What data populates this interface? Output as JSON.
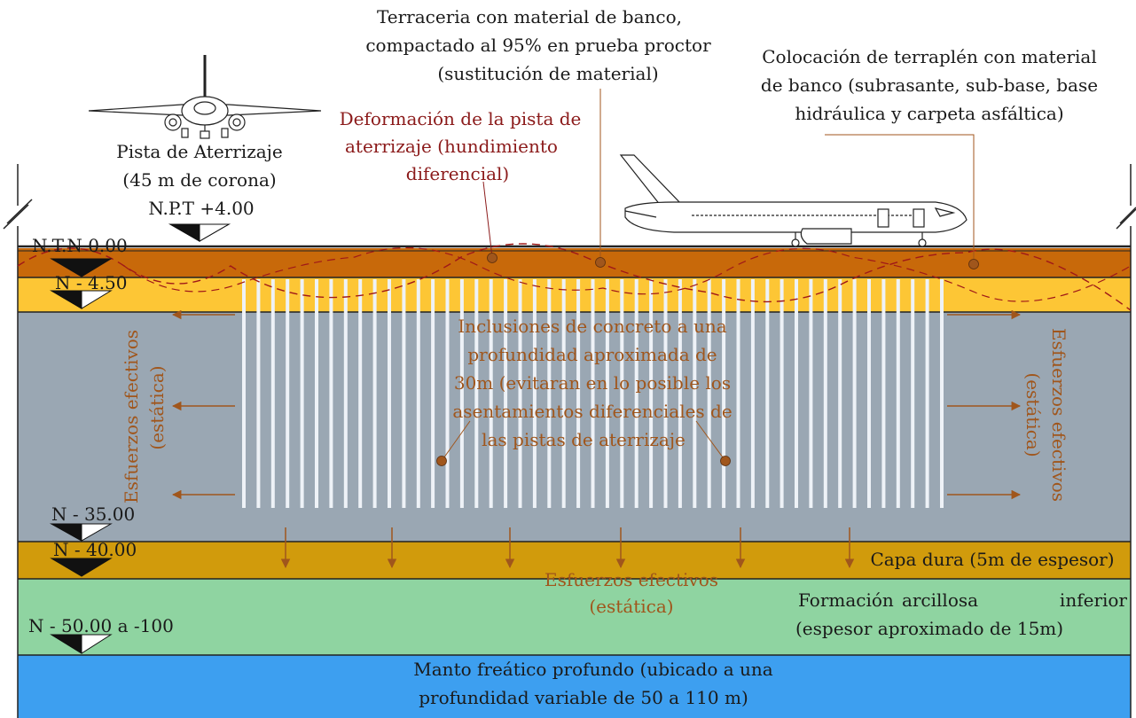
{
  "annotations": {
    "terraceria": [
      "Terraceria con material de banco,",
      "compactado al 95% en prueba proctor",
      "(sustitución de material)"
    ],
    "terraplen": [
      "Colocación de terraplén con material",
      "de banco (subrasante, sub-base, base",
      "hidráulica y carpeta asfáltica)"
    ],
    "deformacion": [
      "Deformación de la pista de",
      "aterrizaje (hundimiento",
      "diferencial)"
    ],
    "pista": [
      "Pista de Aterrizaje",
      "(45 m de corona)",
      "N.P.T +4.00"
    ],
    "inclusiones": [
      "Inclusiones de concreto a una",
      "profundidad aproximada de",
      "30m (evitaran en lo posible los",
      "asentamientos diferenciales de",
      "las pistas de aterrizaje"
    ],
    "esfuerzos_left": [
      "Esfuerzos efectivos",
      "(estática)"
    ],
    "esfuerzos_right": [
      "Esfuerzos efectivos",
      "(estática)"
    ],
    "esfuerzos_bottom": [
      "Esfuerzos efectivos",
      "(estática)"
    ],
    "capa_dura": "Capa dura (5m de espesor)",
    "formacion": [
      "Formación",
      "arcillosa",
      "inferior",
      "(espesor aproximado de 15m)"
    ],
    "manto": [
      "Manto freático profundo (ubicado a una",
      "profundidad variable de 50 a 110 m)"
    ]
  },
  "levels": {
    "ntn": "N.T.N 0.00",
    "n450": "N - 4.50",
    "n3500": "N - 35.00",
    "n4000": "N - 40.00",
    "n5000": "N - 50.00 a -100"
  },
  "colors": {
    "embankment": "#c8690a",
    "sand": "#fdc635",
    "clay": "#9aa7b3",
    "hard": "#d19b0c",
    "lower_clay": "#8fd4a1",
    "water": "#3d9ff0",
    "text_red": "#8b1a1a",
    "text_brown": "#a0561c"
  }
}
